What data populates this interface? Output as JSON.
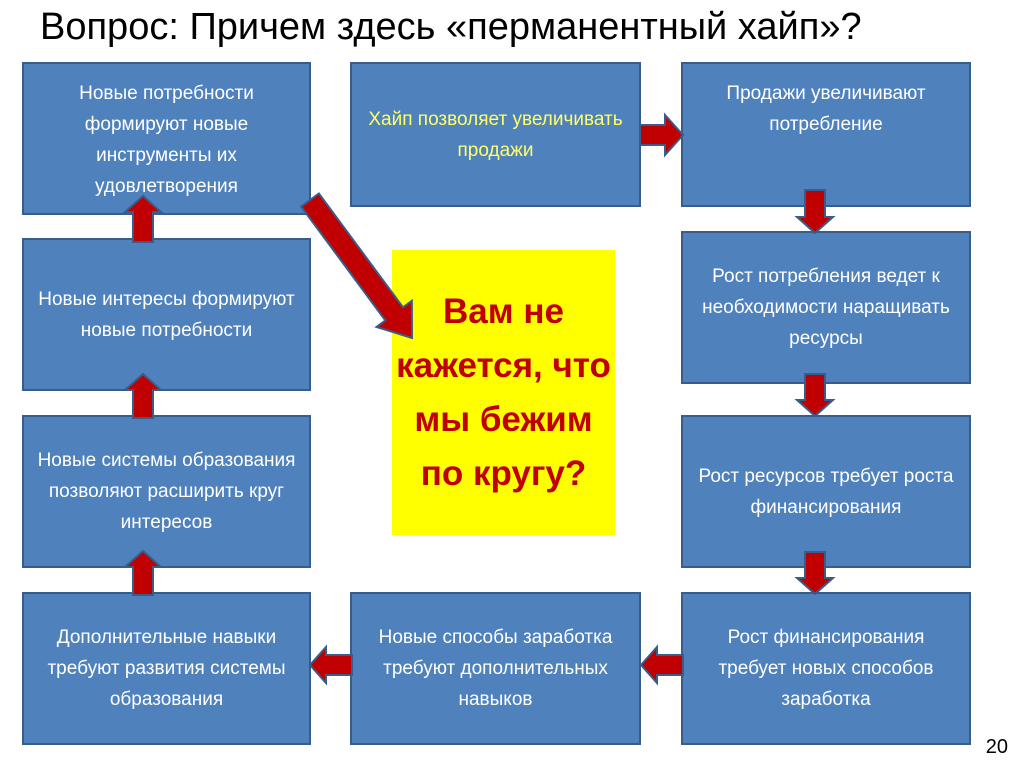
{
  "title": "Вопрос: Причем здесь «перманентный хайп»?",
  "boxes": {
    "left1": "Новые потребности формируют новые инструменты их удовлетворения",
    "left2": "Новые интересы формируют новые потребности",
    "left3": "Новые системы образования позволяют расширить круг интересов",
    "left4": "Дополнительные навыки требуют развития системы образования",
    "middle_top": "Хайп позволяет увеличивать продажи",
    "middle_bottom": "Новые способы заработка требуют дополнительных навыков",
    "right1": "Продажи увеличивают потребление",
    "right2": "Рост потребления ведет к необходимости наращивать ресурсы",
    "right3": "Рост ресурсов требует роста финансирования",
    "right4": "Рост финансирования требует новых способов заработка"
  },
  "center_question": "Вам не кажется, что мы бежим по кругу?",
  "page_number": "20",
  "colors": {
    "box": "#4F81BD",
    "box_border": "#385D8A",
    "arrow": "#C00000",
    "highlight": "#FFFF00",
    "question_text": "#C00000",
    "hype_text": "#FFFF66"
  }
}
